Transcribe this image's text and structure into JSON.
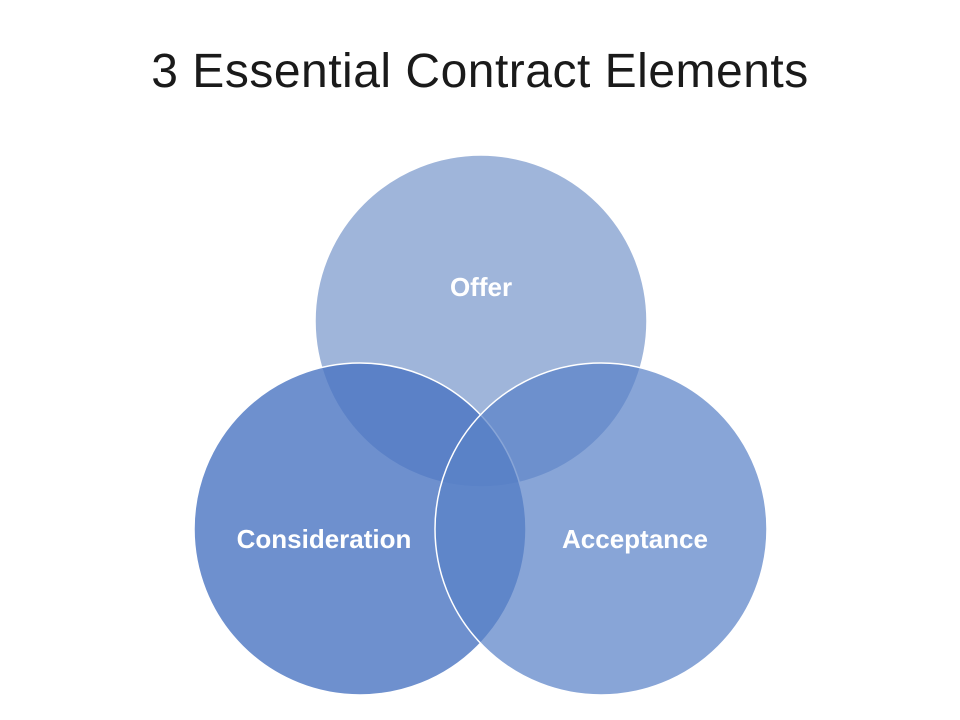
{
  "slide": {
    "title": "3 Essential Contract Elements"
  },
  "diagram": {
    "type": "venn",
    "elements": [
      {
        "label": "Offer",
        "color": "#7f9ccd",
        "opacity": 0.75
      },
      {
        "label": "Consideration",
        "color": "#4a74c2",
        "opacity": 0.8
      },
      {
        "label": "Acceptance",
        "color": "#5a82c8",
        "opacity": 0.72
      }
    ]
  }
}
